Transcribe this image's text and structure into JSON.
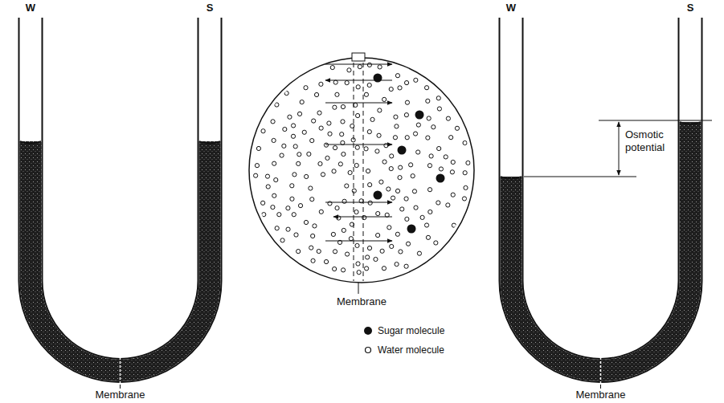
{
  "diagram": {
    "labels": [
      "W",
      "S",
      "Membrane",
      "Membrane",
      "W",
      "S",
      "Osmotic potential",
      "Membrane"
    ],
    "legend": [
      {
        "text": "Sugar molecule"
      },
      {
        "text": "Water molecule"
      }
    ]
  }
}
